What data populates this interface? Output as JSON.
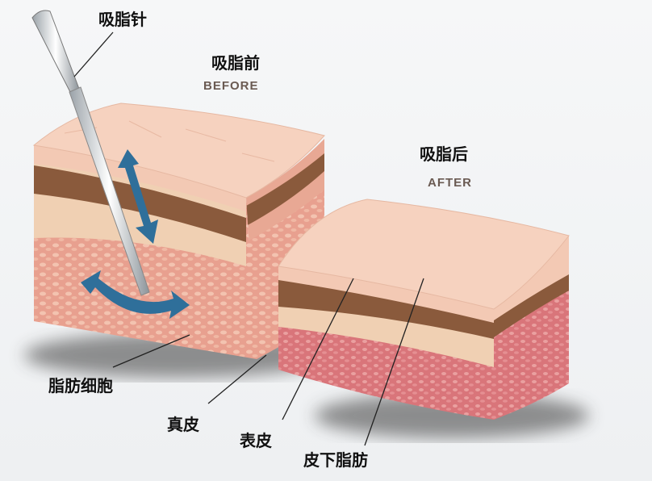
{
  "labels": {
    "needle": "吸脂针",
    "before_cn": "吸脂前",
    "before_en": "BEFORE",
    "after_cn": "吸脂后",
    "after_en": "AFTER",
    "fat_cells": "脂肪细胞",
    "dermis": "真皮",
    "epidermis": "表皮",
    "subcutaneous_fat": "皮下脂肪"
  },
  "colors": {
    "epidermis": "#f3c9b4",
    "dermis": "#8a5a3c",
    "fat": "#e9a493",
    "arrow": "#2f6f9a"
  }
}
